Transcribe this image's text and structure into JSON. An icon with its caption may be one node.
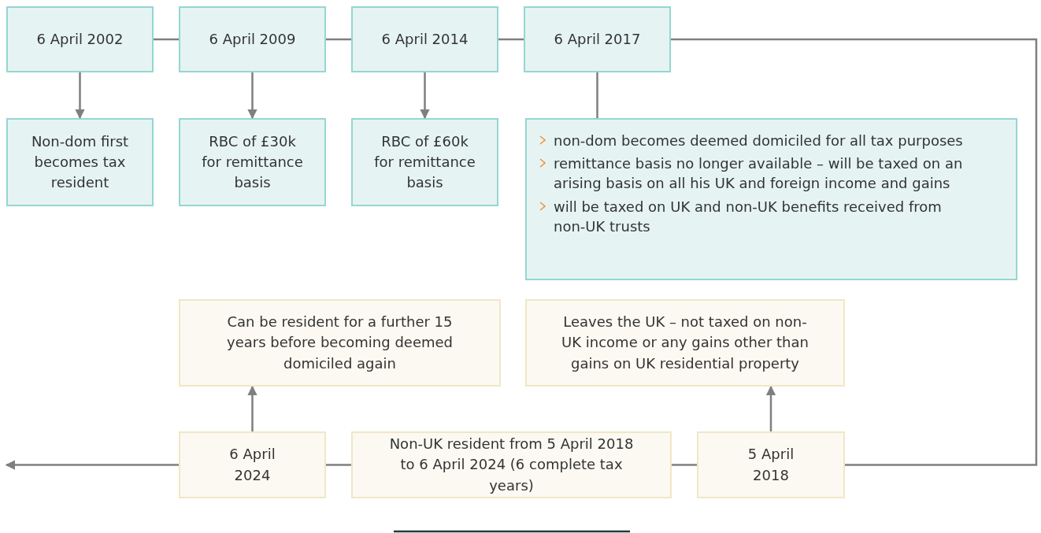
{
  "diagram": {
    "nodes": [
      {
        "text": [
          "6 April 2002"
        ]
      },
      {
        "text": [
          "6 April 2009"
        ]
      },
      {
        "text": [
          "6 April 2014"
        ]
      },
      {
        "text": [
          "6 April 2017"
        ]
      },
      {
        "text": [
          "Non-dom first becomes tax resident"
        ]
      },
      {
        "text": [
          "RBC of £30k for remittance basis"
        ]
      },
      {
        "text": [
          "RBC of £60k for remittance basis"
        ]
      },
      {
        "text": [
          "non-dom becomes deemed domiciled for all tax purposes",
          "remittance basis no longer available – will be taxed on an arising basis on all his UK and foreign income and gains",
          "will be taxed on UK and non-UK benefits received from non-UK trusts"
        ]
      },
      {
        "text": [
          "Can be resident for a further 15 years before becoming deemed domiciled again"
        ]
      },
      {
        "text": [
          "Leaves the UK – not taxed on non-UK income or any gains other than gains on UK residential property"
        ]
      },
      {
        "text": [
          "6 April 2024"
        ]
      },
      {
        "text": [
          "Non-UK resident from 5 April 2018 to 6 April 2024 (6 complete tax years)"
        ]
      },
      {
        "text": [
          "5 April 2018"
        ]
      }
    ],
    "edges": [
      {
        "from": 0,
        "to": 1,
        "arrow": "none"
      },
      {
        "from": 1,
        "to": 2,
        "arrow": "none"
      },
      {
        "from": 2,
        "to": 3,
        "arrow": "none"
      },
      {
        "from": 3,
        "to": 12,
        "arrow": "none"
      },
      {
        "from": 0,
        "to": 4,
        "arrow": "to"
      },
      {
        "from": 1,
        "to": 5,
        "arrow": "to"
      },
      {
        "from": 2,
        "to": 6,
        "arrow": "to"
      },
      {
        "from": 3,
        "to": 7,
        "arrow": "none"
      },
      {
        "from": 12,
        "to": 11,
        "arrow": "none"
      },
      {
        "from": 11,
        "to": 10,
        "arrow": "none"
      },
      {
        "from": 10,
        "to": null,
        "arrow": "to"
      },
      {
        "from": 10,
        "to": 8,
        "arrow": "to"
      },
      {
        "from": 12,
        "to": 9,
        "arrow": "to"
      }
    ]
  }
}
